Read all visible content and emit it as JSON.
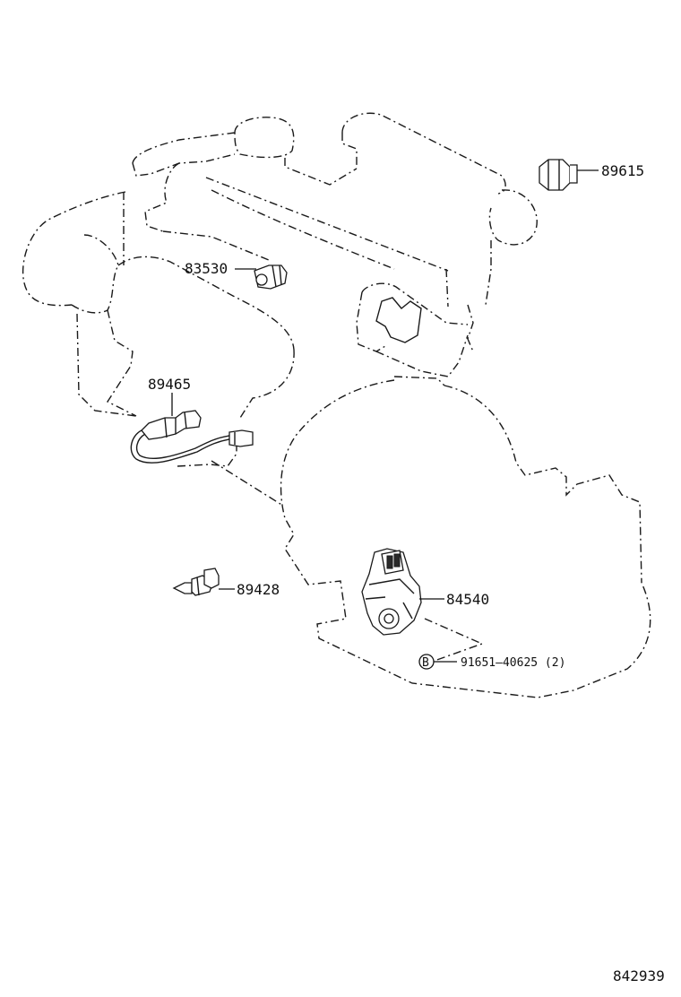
{
  "diagram_number": "842939",
  "parts": {
    "p89615": "89615",
    "p83530": "83530",
    "p89465": "89465",
    "p89428": "89428",
    "p84540": "84540",
    "bolt_number": "91651–40625 (2)",
    "bolt_marker": "B"
  }
}
